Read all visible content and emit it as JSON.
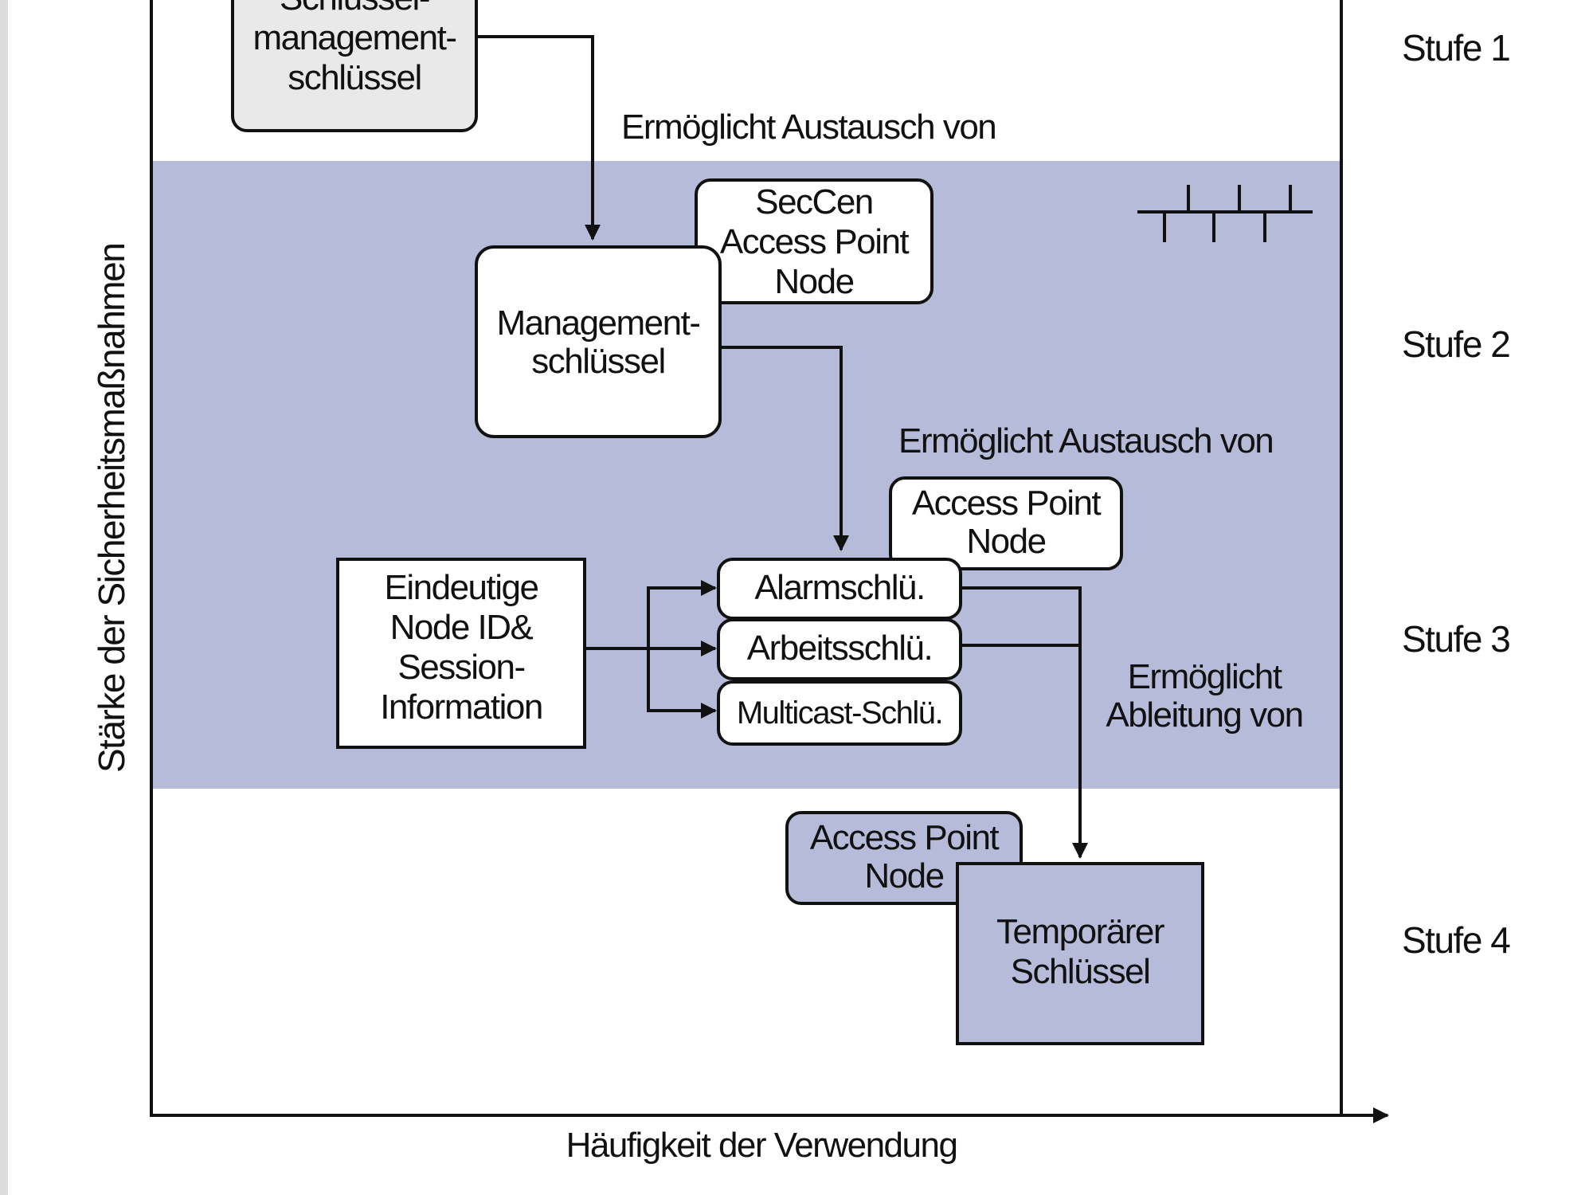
{
  "colors": {
    "band": "#b6bbd9",
    "grey_box": "#e9e9e9",
    "stroke": "#111111"
  },
  "axes": {
    "y_label": "Stärke der Sicherheitsmaßnahmen",
    "x_label": "Häufigkeit der Verwendung"
  },
  "levels": [
    "Stufe 1",
    "Stufe 2",
    "Stufe 3",
    "Stufe 4"
  ],
  "nodes": {
    "top_key": [
      "Schlüssel-",
      "management-",
      "schlüssel"
    ],
    "management_key": [
      "Management-",
      "schlüssel"
    ],
    "seccen_tag": [
      "SecCen",
      "Access Point",
      "Node"
    ],
    "ap_tag_level3": [
      "Access Point",
      "Node"
    ],
    "unique_id": [
      "Eindeutige",
      "Node ID&",
      "Session-",
      "Information"
    ],
    "alarm_key": "Alarmschlü.",
    "work_key": "Arbeitsschlü.",
    "multicast_key": "Multicast-Schlü.",
    "ap_tag_level4": [
      "Access Point",
      "Node"
    ],
    "temp_key": [
      "Temporärer",
      "Schlüssel"
    ]
  },
  "annotations": {
    "exchange_1": "Ermöglicht Austausch von",
    "exchange_2": "Ermöglicht Austausch von",
    "derive": [
      "Ermöglicht",
      "Ableitung von"
    ]
  },
  "icons": {
    "band_symbol": "network-bus-icon"
  }
}
